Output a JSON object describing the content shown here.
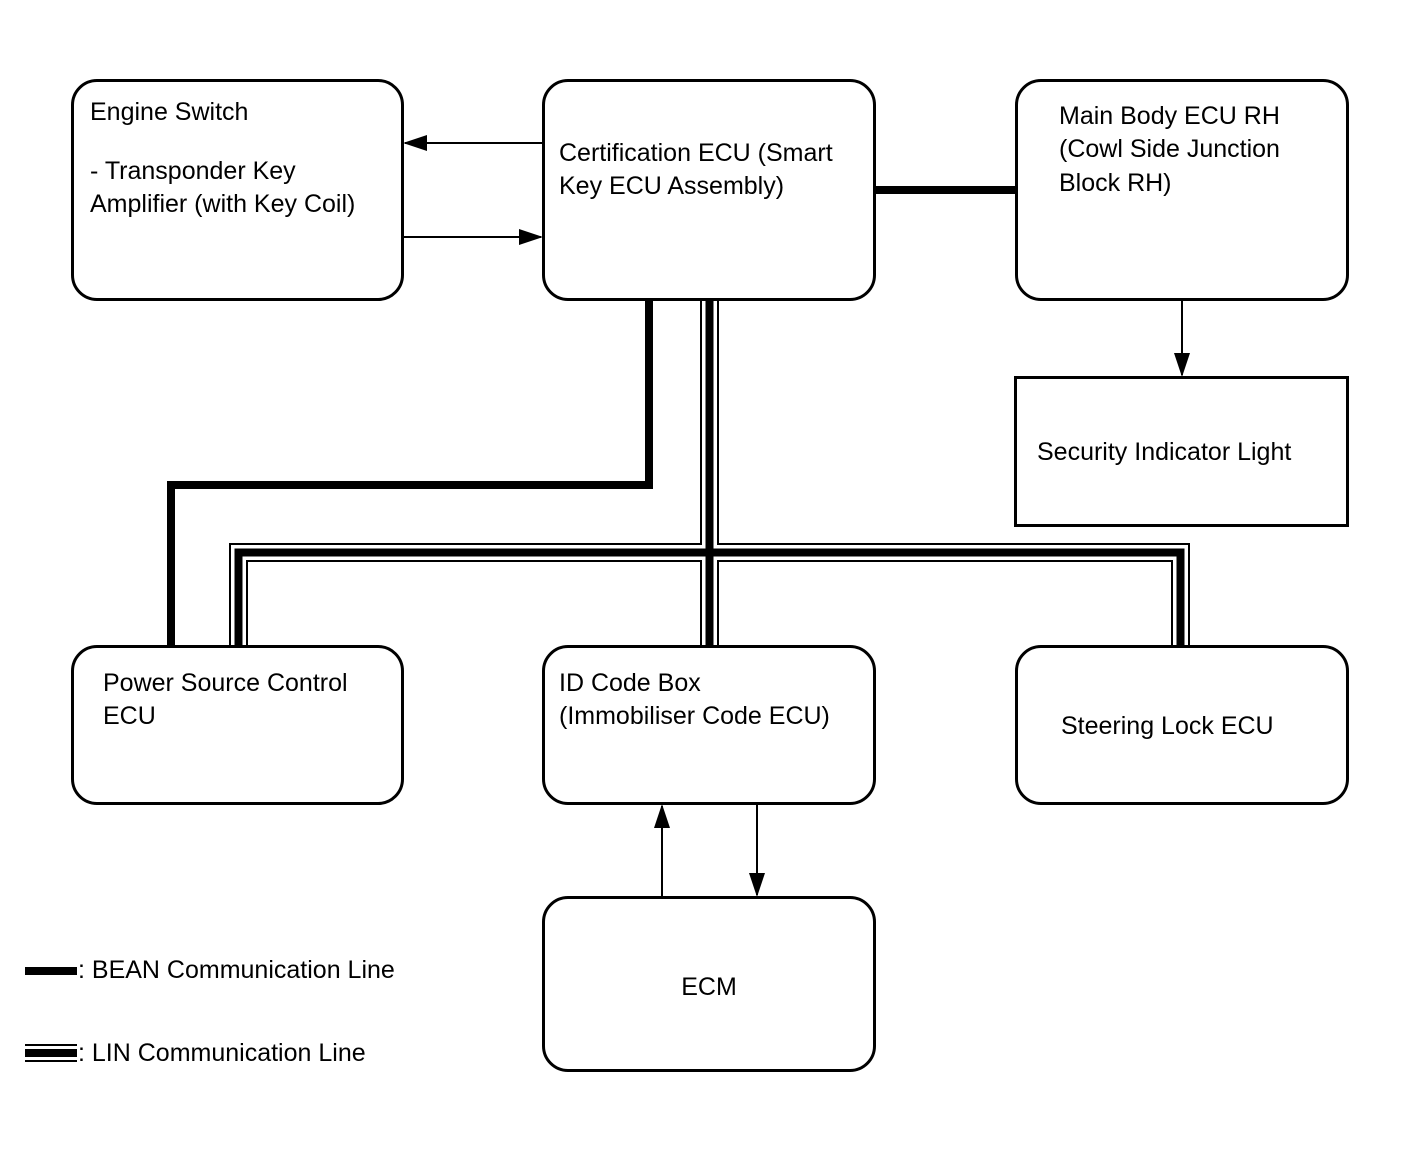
{
  "components": {
    "engine_switch": {
      "title": "Engine Switch",
      "sub_line1": "- Transponder Key",
      "sub_line2": "Amplifier (with Key Coil)"
    },
    "certification_ecu": {
      "line1": "Certification ECU (Smart",
      "line2": "Key ECU Assembly)"
    },
    "main_body_ecu": {
      "line1": "Main Body ECU RH",
      "line2": "(Cowl Side Junction",
      "line3": "Block RH)"
    },
    "security_indicator": {
      "label": "Security Indicator Light"
    },
    "power_source_ecu": {
      "line1": "Power Source Control",
      "line2": "ECU"
    },
    "id_code_box": {
      "line1": "ID Code Box",
      "line2": "(Immobiliser Code ECU)"
    },
    "steering_lock_ecu": {
      "label": "Steering Lock ECU"
    },
    "ecm": {
      "label": "ECM"
    }
  },
  "legend": {
    "bean": ": BEAN Communication Line",
    "lin": ": LIN Communication Line"
  },
  "colors": {
    "line": "#000000",
    "background": "#ffffff"
  }
}
